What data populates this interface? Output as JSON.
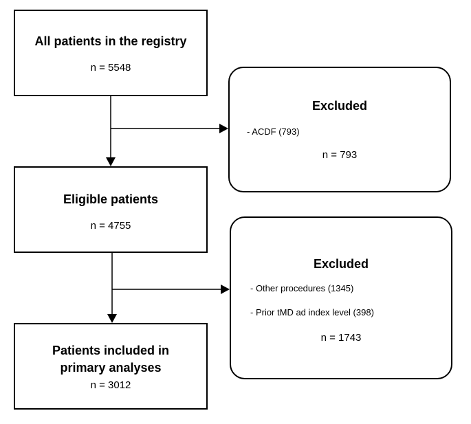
{
  "boxes": {
    "registry": {
      "title": "All patients in the registry",
      "count": "n = 5548"
    },
    "eligible": {
      "title": "Eligible patients",
      "count": "n = 4755"
    },
    "included": {
      "title_line1": "Patients included in",
      "title_line2": "primary analyses",
      "count": "n = 3012"
    },
    "excluded_1": {
      "title": "Excluded",
      "items": [
        "- ACDF (793)"
      ],
      "count": "n = 793"
    },
    "excluded_2": {
      "title": "Excluded",
      "items": [
        "- Other procedures (1345)",
        "- Prior tMD ad index level (398)"
      ],
      "count": "n = 1743"
    }
  }
}
